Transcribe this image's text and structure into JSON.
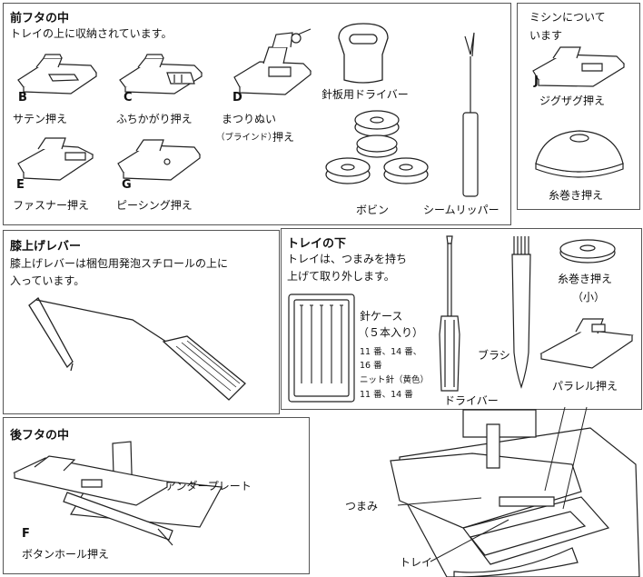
{
  "front_lid": {
    "title": "前フタの中",
    "desc": "トレイの上に収納されています。",
    "items": [
      {
        "letter": "B",
        "label": "サテン押え"
      },
      {
        "letter": "C",
        "label": "ふちかがり押え"
      },
      {
        "letter": "D",
        "label": "まつりぬい",
        "sub": "（ブラインド）",
        "label2": "押え"
      },
      {
        "letter": "E",
        "label": "ファスナー押え"
      },
      {
        "letter": "G",
        "label": "ピーシング押え"
      }
    ],
    "driver_label": "針板用ドライバー",
    "bobbin_label": "ボビン",
    "ripper_label": "シームリッパー"
  },
  "machine": {
    "title_line1": "ミシンについて",
    "title_line2": "います",
    "item": {
      "letter": "J",
      "label": "ジグザグ押え"
    },
    "spool_label": "糸巻き押え"
  },
  "knee": {
    "title": "膝上げレバー",
    "desc_line1": "膝上げレバーは梱包用発泡スチロールの上に",
    "desc_line2": "入っています。"
  },
  "tray_under": {
    "title": "トレイの下",
    "desc_line1": "トレイは、つまみを持ち",
    "desc_line2": "上げて取り外します。",
    "needle_case_line1": "針ケース",
    "needle_case_line2": "（５本入り）",
    "needle_line1": "11 番、14 番、",
    "needle_line2": "16 番",
    "needle_line3": "ニット針（黄色）",
    "needle_line4": "11 番、14 番",
    "driver_label": "ドライバー",
    "brush_label": "ブラシ",
    "spool_small_line1": "糸巻き押え",
    "spool_small_line2": "（小）",
    "parallel_label": "パラレル押え"
  },
  "rear_lid": {
    "title": "後フタの中",
    "under_plate_label": "アンダープレート",
    "button_letter": "F",
    "button_label": "ボタンホール押え"
  },
  "callouts": {
    "knob": "つまみ",
    "tray": "トレイ"
  }
}
